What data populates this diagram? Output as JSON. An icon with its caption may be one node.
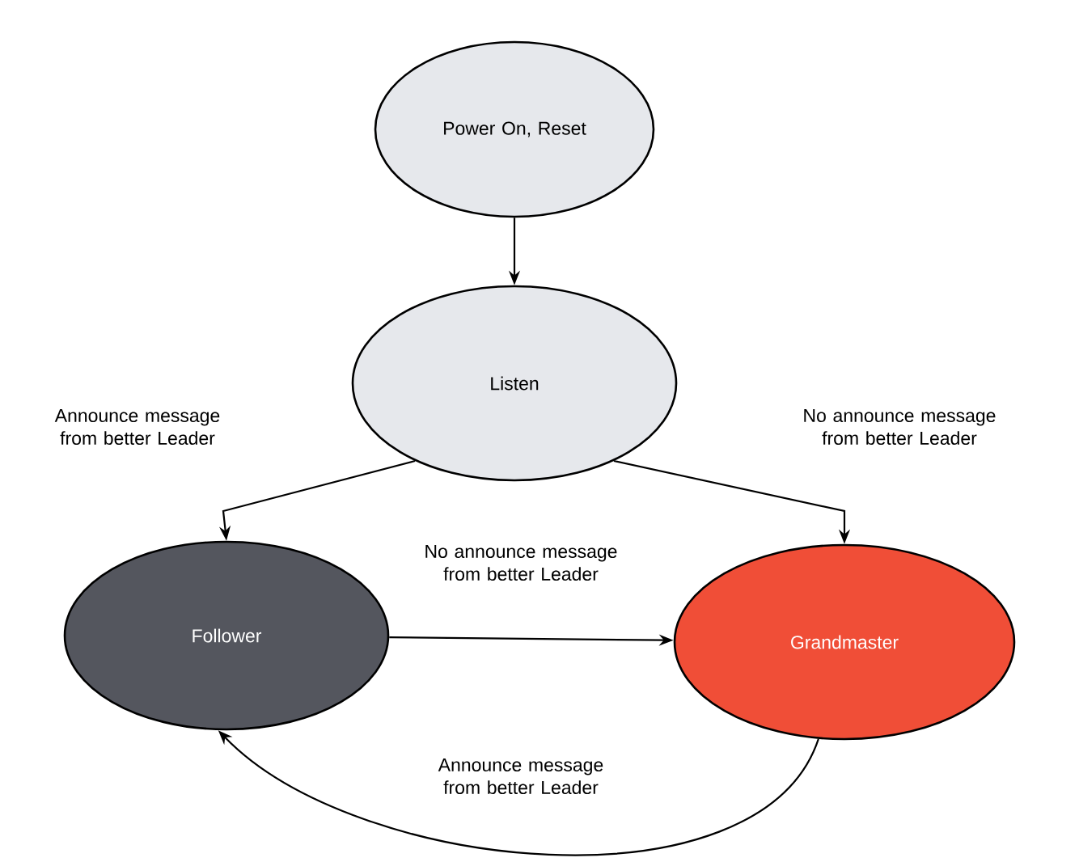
{
  "diagram": {
    "nodes": [
      {
        "text": [
          "Power On, Reset"
        ]
      },
      {
        "text": [
          "Listen"
        ]
      },
      {
        "text": [
          "Follower"
        ]
      },
      {
        "text": [
          "Grandmaster"
        ]
      }
    ],
    "edges": [
      {
        "from": 0,
        "to": 1,
        "arrow": "to"
      },
      {
        "from": 1,
        "to": 2,
        "arrow": "to",
        "label": "Announce message from better Leader"
      },
      {
        "from": 1,
        "to": 3,
        "arrow": "to",
        "label": "No announce message from better Leader"
      },
      {
        "from": 2,
        "to": 3,
        "arrow": "to",
        "label": "No announce message from better Leader"
      },
      {
        "from": 3,
        "to": 2,
        "arrow": "to",
        "label": "Announce message from better Leader"
      }
    ]
  }
}
